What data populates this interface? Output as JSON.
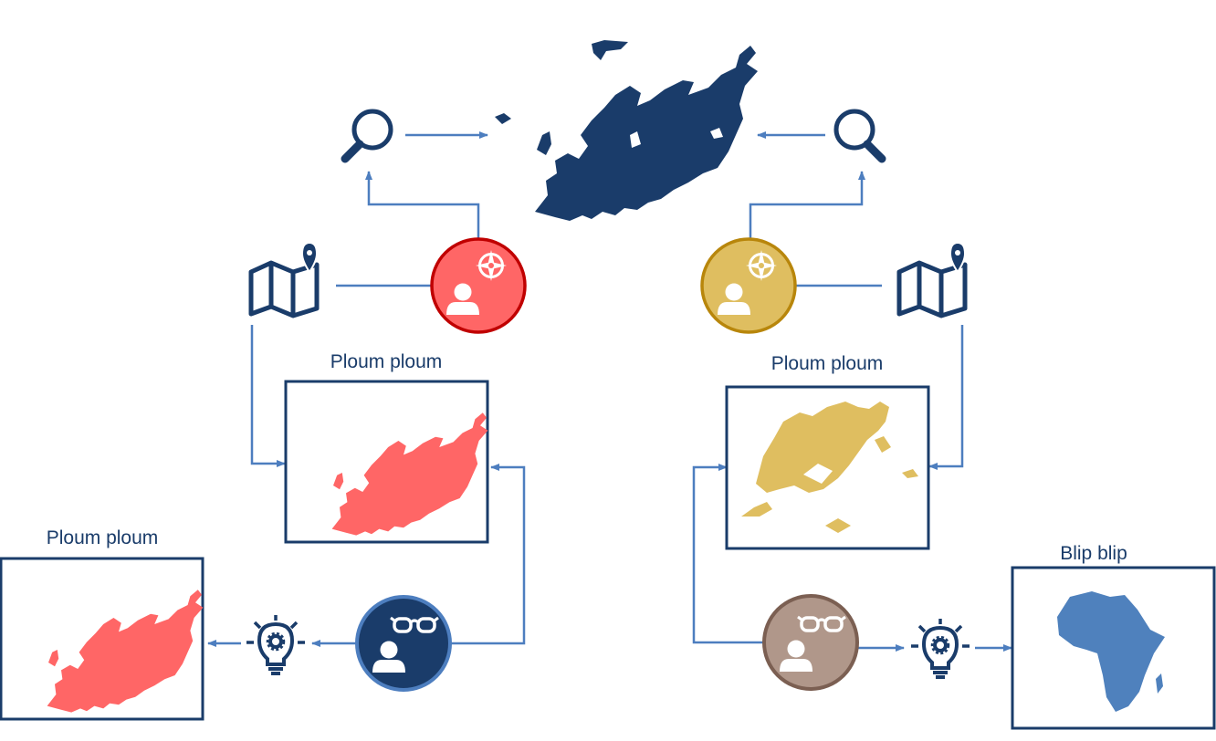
{
  "colors": {
    "navy": "#1a3c6a",
    "arrow": "#4d7ebf",
    "red_fill": "#ff6666",
    "red_stroke": "#c00000",
    "gold_fill": "#dfbe60",
    "gold_stroke": "#b8860b",
    "blue_fill": "#1a3c6a",
    "blue_stroke": "#4d7ebf",
    "brown_fill": "#b0978a",
    "brown_stroke": "#7b5f52",
    "africa": "#4f81bd"
  },
  "labels": {
    "red_map_box": "Ploum ploum",
    "gold_map_box": "Ploum ploum",
    "derived_red_box": "Ploum ploum",
    "africa_box": "Blip blip"
  },
  "icons": {
    "top_map": "europe-map-icon",
    "magnifier": "magnifier-icon",
    "folded_map": "folded-map-pin-icon",
    "navigator": "user-compass-icon",
    "observer": "user-glasses-icon",
    "idea": "lightbulb-gear-icon",
    "continent": "africa-map-icon"
  }
}
